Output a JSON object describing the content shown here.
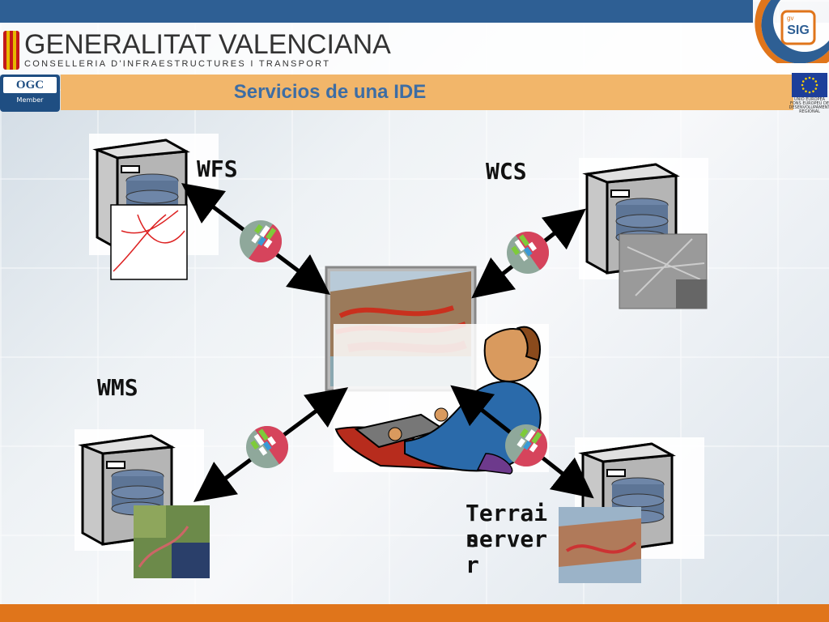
{
  "page": {
    "title": "Servicios de una IDE"
  },
  "header": {
    "org_name": "GENERALITAT VALENCIANA",
    "org_department": "CONSELLERIA D'INFRAESTRUCTURES I TRANSPORT",
    "ogc_logo": "OGC",
    "ogc_member": "Member",
    "gvsig_logo": "SIG",
    "gvsig_prefix": "gv",
    "eu_caption": "UNIÓ EUROPEA FONS EUROPEU DE DESENVOLUPAMENT REGIONAL"
  },
  "diagram": {
    "services": [
      {
        "label": "WFS"
      },
      {
        "label": "WCS"
      },
      {
        "label": "WMS"
      },
      {
        "label": "Terrain server"
      }
    ],
    "terrain_label_line1": "Terrai",
    "terrain_label_line2": "server",
    "terrain_label_line3": "n",
    "terrain_label_line4": "r"
  },
  "colors": {
    "top_bar": "#2e5f94",
    "bottom_bar": "#e0751b",
    "title_band": "#f2b66a",
    "title_text": "#3d6da4"
  }
}
